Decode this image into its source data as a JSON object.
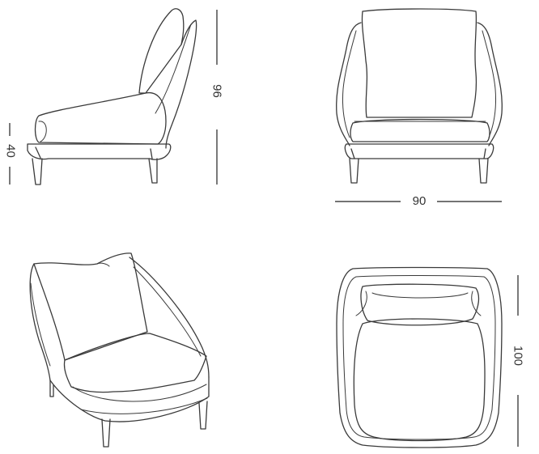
{
  "dimensions": {
    "seat_height": "40",
    "total_height": "96",
    "width": "90",
    "depth": "100"
  },
  "colors": {
    "line": "#3a3a3a",
    "background": "#ffffff"
  }
}
